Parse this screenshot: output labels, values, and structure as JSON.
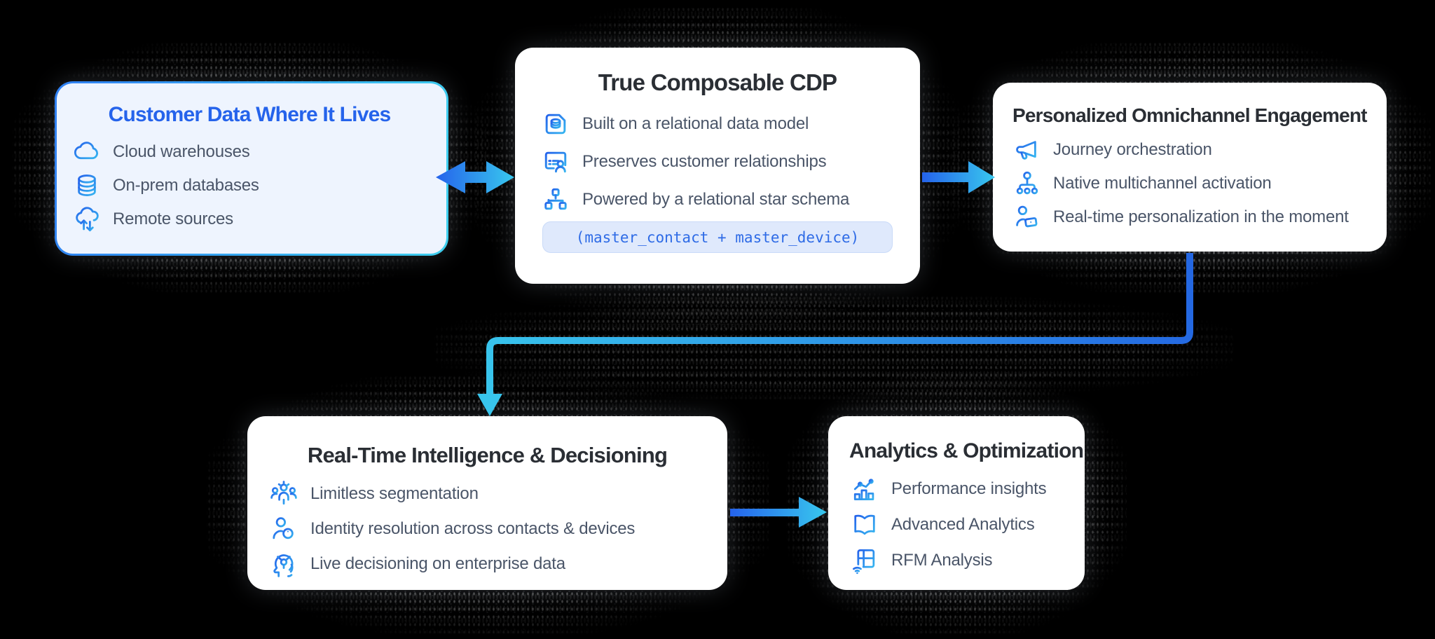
{
  "page": {
    "background": "#000000"
  },
  "colors": {
    "accent_blue": "#2563eb",
    "accent_cyan": "#3ecfee",
    "source_card_tint": "#eef4fe",
    "title_dark": "#2a2e34",
    "item_text": "#4a5568",
    "chip_bg": "#dfe9fc",
    "chip_text": "#2e6be6",
    "arrow_gradient": [
      "#2563eb",
      "#38c8ee"
    ]
  },
  "cards": {
    "sources": {
      "title": "Customer Data Where It Lives",
      "items": [
        {
          "icon": "cloud-icon",
          "label": "Cloud warehouses"
        },
        {
          "icon": "database-icon",
          "label": "On-prem databases"
        },
        {
          "icon": "cloud-sync-icon",
          "label": "Remote sources"
        }
      ]
    },
    "cdp": {
      "title": "True Composable CDP",
      "items": [
        {
          "icon": "document-database-icon",
          "label": "Built on a relational data model"
        },
        {
          "icon": "table-person-icon",
          "label": "Preserves customer relationships"
        },
        {
          "icon": "schema-icon",
          "label": "Powered by a relational star schema"
        }
      ],
      "code_chip": "(master_contact + master_device)"
    },
    "engagement": {
      "title": "Personalized Omnichannel Engagement",
      "items": [
        {
          "icon": "megaphone-icon",
          "label": "Journey orchestration"
        },
        {
          "icon": "person-channels-icon",
          "label": "Native multichannel activation"
        },
        {
          "icon": "person-device-icon",
          "label": "Real-time personalization in the moment"
        }
      ]
    },
    "intelligence": {
      "title": "Real-Time Intelligence & Decisioning",
      "items": [
        {
          "icon": "people-group-icon",
          "label": "Limitless segmentation"
        },
        {
          "icon": "person-info-icon",
          "label": "Identity resolution across contacts & devices"
        },
        {
          "icon": "head-circuit-icon",
          "label": "Live decisioning on enterprise data"
        }
      ]
    },
    "analytics": {
      "title": "Analytics & Optimization",
      "items": [
        {
          "icon": "chart-bar-line-icon",
          "label": "Performance insights"
        },
        {
          "icon": "open-book-icon",
          "label": "Advanced Analytics"
        },
        {
          "icon": "grid-wifi-icon",
          "label": "RFM Analysis"
        }
      ]
    }
  },
  "arrows": [
    {
      "name": "bidirectional-arrow",
      "from": "sources",
      "to": "cdp"
    },
    {
      "name": "right-arrow",
      "from": "cdp",
      "to": "engagement"
    },
    {
      "name": "elbow-down-arrow",
      "from": "engagement",
      "to": "intelligence"
    },
    {
      "name": "right-arrow",
      "from": "intelligence",
      "to": "analytics"
    }
  ]
}
